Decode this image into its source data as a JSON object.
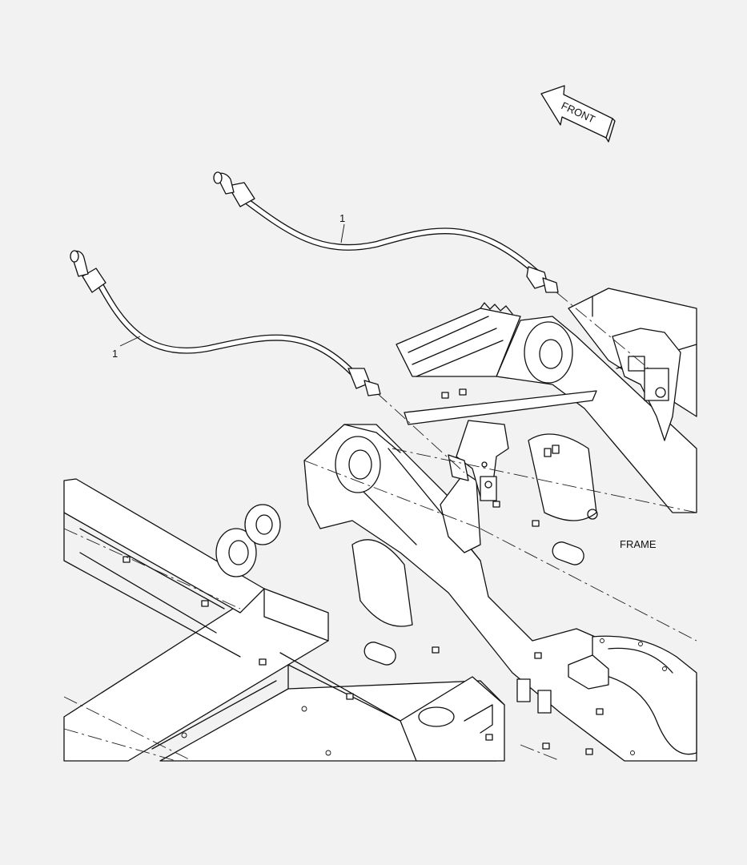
{
  "diagram": {
    "callouts": [
      {
        "id": "hose-upper",
        "text": "1"
      },
      {
        "id": "hose-lower",
        "text": "1"
      }
    ],
    "labels": {
      "frame": "FRAME",
      "front_arrow": "FRONT"
    },
    "colors": {
      "background": "#f2f2f2",
      "line": "#111111",
      "part_fill": "#ffffff"
    }
  }
}
